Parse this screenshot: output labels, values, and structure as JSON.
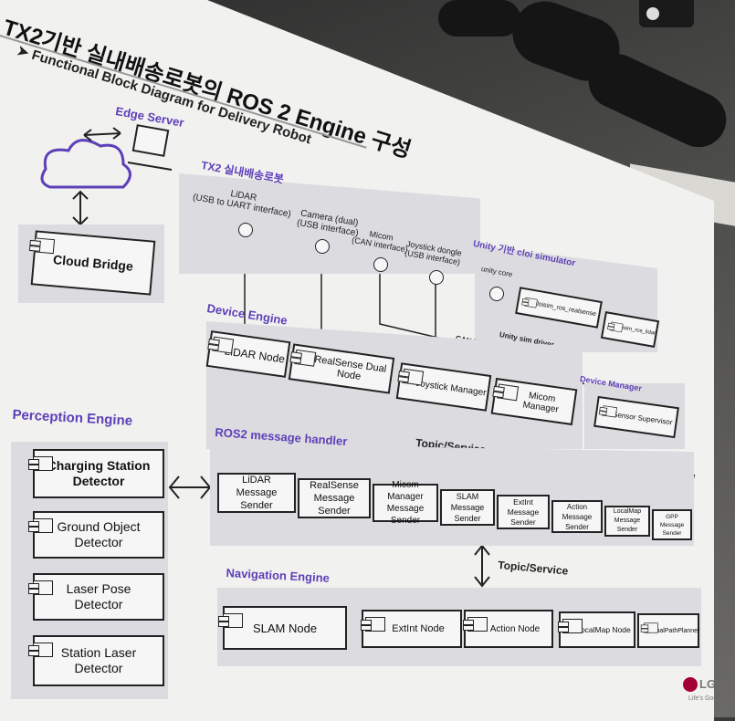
{
  "title": "TX2기반 실내배송로봇의 ROS 2 Engine 구성",
  "subtitle": "Functional Block Diagram for Delivery Robot",
  "edge_server": {
    "label": "Edge Server",
    "cloud_bridge": "Cloud Bridge"
  },
  "tx2": {
    "label": "TX2 실내배송로봇"
  },
  "interfaces": {
    "lidar": [
      "LiDAR",
      "(USB to UART interface)"
    ],
    "camera": [
      "Camera (dual)",
      "(USB interface)"
    ],
    "micom": [
      "Micom",
      "(CAN interface)"
    ],
    "joystick": [
      "Joystick dongle",
      "(USB interface)"
    ]
  },
  "unity": {
    "label": "Unity 기반 cloi simulator",
    "core": "unity core",
    "realsense": "cloisim_ros_realsense",
    "lidar": "cloisim_ros_lidar",
    "sim_driver": "Unity sim driver"
  },
  "can_hal": "CAN HAL driver",
  "device_engine": {
    "label": "Device Engine",
    "nodes": [
      "LiDAR Node",
      "RealSense Dual Node",
      "Joystick Manager",
      "Micom Manager"
    ]
  },
  "device_manager": {
    "label": "Device Manager",
    "node": "Sensor Supervisor"
  },
  "topic_service": "Topic/Service",
  "perception": {
    "label": "Perception Engine",
    "nodes": [
      [
        "Charging Station",
        "Detector"
      ],
      [
        "Ground Object",
        "Detector"
      ],
      [
        "Laser Pose",
        "Detector"
      ],
      [
        "Station Laser",
        "Detector"
      ]
    ]
  },
  "ros2_handler": {
    "label": "ROS2 message handler",
    "senders": [
      [
        "LiDAR",
        "Message Sender"
      ],
      [
        "RealSense",
        "Message Sender"
      ],
      [
        "Micom Manager",
        "Message Sender"
      ],
      [
        "SLAM",
        "Message Sender"
      ],
      [
        "ExtInt",
        "Message Sender"
      ],
      [
        "Action",
        "Message Sender"
      ],
      [
        "LocalMap",
        "Message Sender"
      ],
      [
        "GPP",
        "Message Sender"
      ]
    ]
  },
  "navigation": {
    "label": "Navigation Engine",
    "nodes": [
      "SLAM Node",
      "ExtInt Node",
      "Action Node",
      "LocalMap Node",
      "GlobalPathPlanner"
    ]
  },
  "logo": {
    "brand": "LG",
    "tagline": "Life's Good"
  },
  "colors": {
    "section": "#5d3fb8",
    "panel": "#dcdce0",
    "screen": "#f1f1ef",
    "logo": "#a50034"
  }
}
